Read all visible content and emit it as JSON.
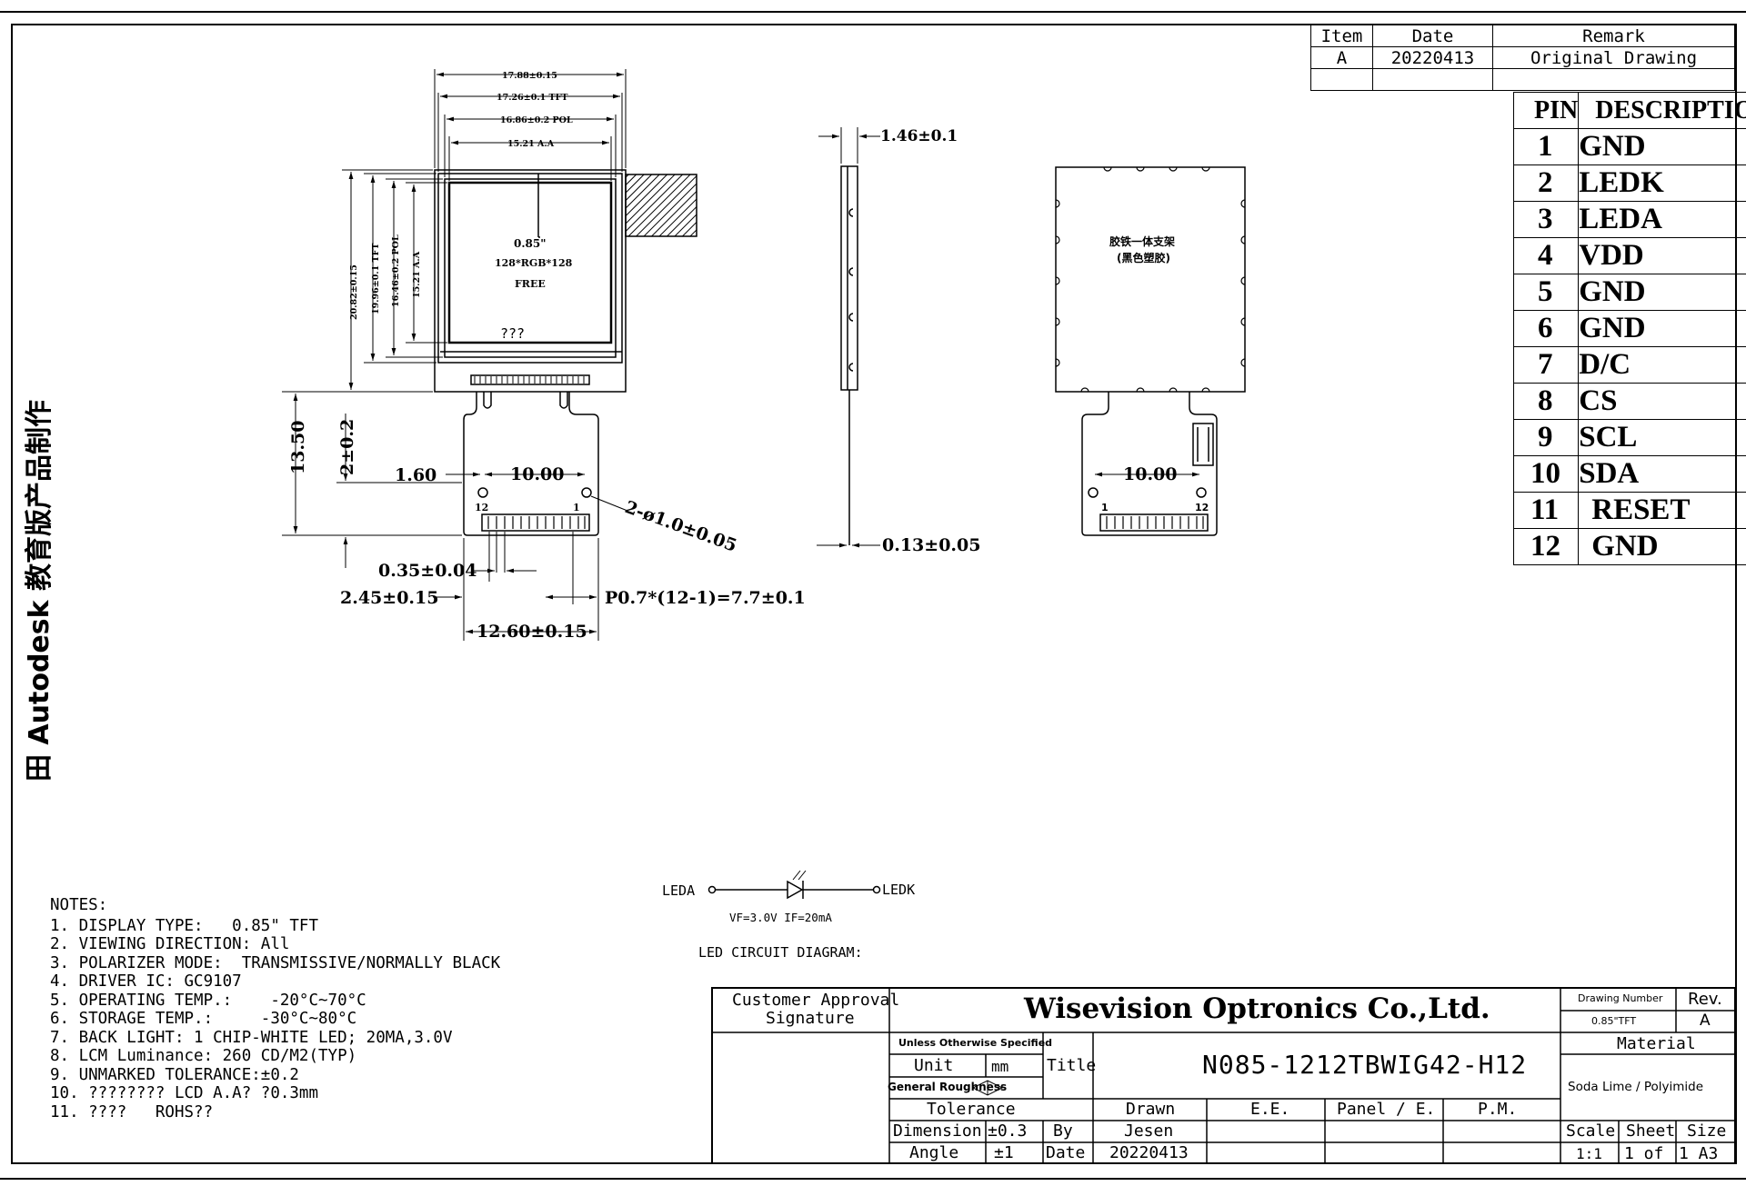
{
  "revision_table": {
    "headers": {
      "item": "Item",
      "date": "Date",
      "remark": "Remark"
    },
    "rows": [
      {
        "item": "A",
        "date": "20220413",
        "remark": "Original Drawing"
      }
    ]
  },
  "pin_table": {
    "header_pin": "PIN",
    "header_desc": "DESCRIPTION",
    "pins": [
      {
        "pin": "1",
        "desc": "GND"
      },
      {
        "pin": "2",
        "desc": "LEDK"
      },
      {
        "pin": "3",
        "desc": "LEDA"
      },
      {
        "pin": "4",
        "desc": "VDD"
      },
      {
        "pin": "5",
        "desc": "GND"
      },
      {
        "pin": "6",
        "desc": "GND"
      },
      {
        "pin": "7",
        "desc": "D/C"
      },
      {
        "pin": "8",
        "desc": "CS"
      },
      {
        "pin": "9",
        "desc": "SCL"
      },
      {
        "pin": "10",
        "desc": "SDA"
      },
      {
        "pin": "11",
        "desc": "RESET"
      },
      {
        "pin": "12",
        "desc": "GND"
      }
    ]
  },
  "watermark": "田 Autodesk 教育版产品制作",
  "front_view": {
    "dim_outline_w": "17.88±0.15",
    "dim_tft_w": "17.26±0.1 TFT",
    "dim_pol_w": "16.86±0.2 POL",
    "dim_aa_w": "15.21 A.A",
    "dim_outline_h": "20.82±0.15",
    "dim_tft_h": "19.96±0.1 TFT",
    "dim_pol_h": "16.46±0.2 POL",
    "dim_aa_h": "15.21 A.A",
    "screen_size": "0.85\"",
    "resolution": "128*RGB*128",
    "mode": "FREE",
    "label_q": "???",
    "dim_fpc_h": "13.50",
    "dim_2": "2±0.2",
    "dim_1_60": "1.60",
    "dim_10": "10.00",
    "dim_holes": "2-ø1.0±0.05",
    "pin_left": "12",
    "pin_right": "1",
    "dim_035": "0.35±0.04",
    "dim_245": "2.45±0.15",
    "dim_pitch": "P0.7*(12-1)=7.7±0.1",
    "dim_1260": "12.60±0.15"
  },
  "side_view": {
    "dim_thickness": "1.46±0.1",
    "dim_fpc_t": "0.13±0.05"
  },
  "back_view": {
    "label_line1": "胶铁一体支架",
    "label_line2": "(黑色塑胶)",
    "dim_10": "10.00",
    "pin_left": "1",
    "pin_right": "12"
  },
  "led_circuit": {
    "anode": "LEDA",
    "cathode": "LEDK",
    "params": "VF=3.0V   IF=20mA",
    "caption": "LED CIRCUIT DIAGRAM:"
  },
  "notes": {
    "title": "NOTES:",
    "items": [
      "1. DISPLAY TYPE:   0.85\" TFT",
      "2. VIEWING DIRECTION: All",
      "3. POLARIZER MODE:  TRANSMISSIVE/NORMALLY BLACK",
      "4. DRIVER IC: GC9107",
      "5. OPERATING TEMP.:    -20°C~70°C",
      "6. STORAGE TEMP.:     -30°C~80°C",
      "7. BACK LIGHT: 1 CHIP-WHITE LED; 20MA,3.0V",
      "8. LCM Luminance: 260 CD/M2(TYP)",
      "9. UNMARKED TOLERANCE:±0.2",
      "10. ???????? LCD A.A? ?0.3mm",
      "11. ????   ROHS??"
    ]
  },
  "title_block": {
    "customer_approval": "Customer Approval",
    "signature": "Signature",
    "company": "Wisevision Optronics Co.,Ltd.",
    "drawing_number_label": "Drawing Number",
    "drawing_number": "0.85\"TFT",
    "rev_label": "Rev.",
    "rev": "A",
    "unless": "Unless Otherwise Specified",
    "unit_label": "Unit",
    "unit": "mm",
    "general_roughness": "General Roughness",
    "title_label": "Title",
    "title": "N085-1212TBWIG42-H12",
    "material_label": "Material",
    "material": "Soda Lime / Polyimide",
    "tolerance_label": "Tolerance",
    "drawn_label": "Drawn",
    "ee_label": "E.E.",
    "panel_label": "Panel / E.",
    "pm_label": "P.M.",
    "dimension_label": "Dimension",
    "dimension_tol": "±0.3",
    "by_label": "By",
    "by": "Jesen",
    "angle_label": "Angle",
    "angle_tol": "±1",
    "date_label": "Date",
    "date": "20220413",
    "scale_label": "Scale",
    "sheet_label": "Sheet",
    "size_label": "Size",
    "scale": "1:1",
    "sheet": "1 of",
    "size": "1 A3"
  }
}
